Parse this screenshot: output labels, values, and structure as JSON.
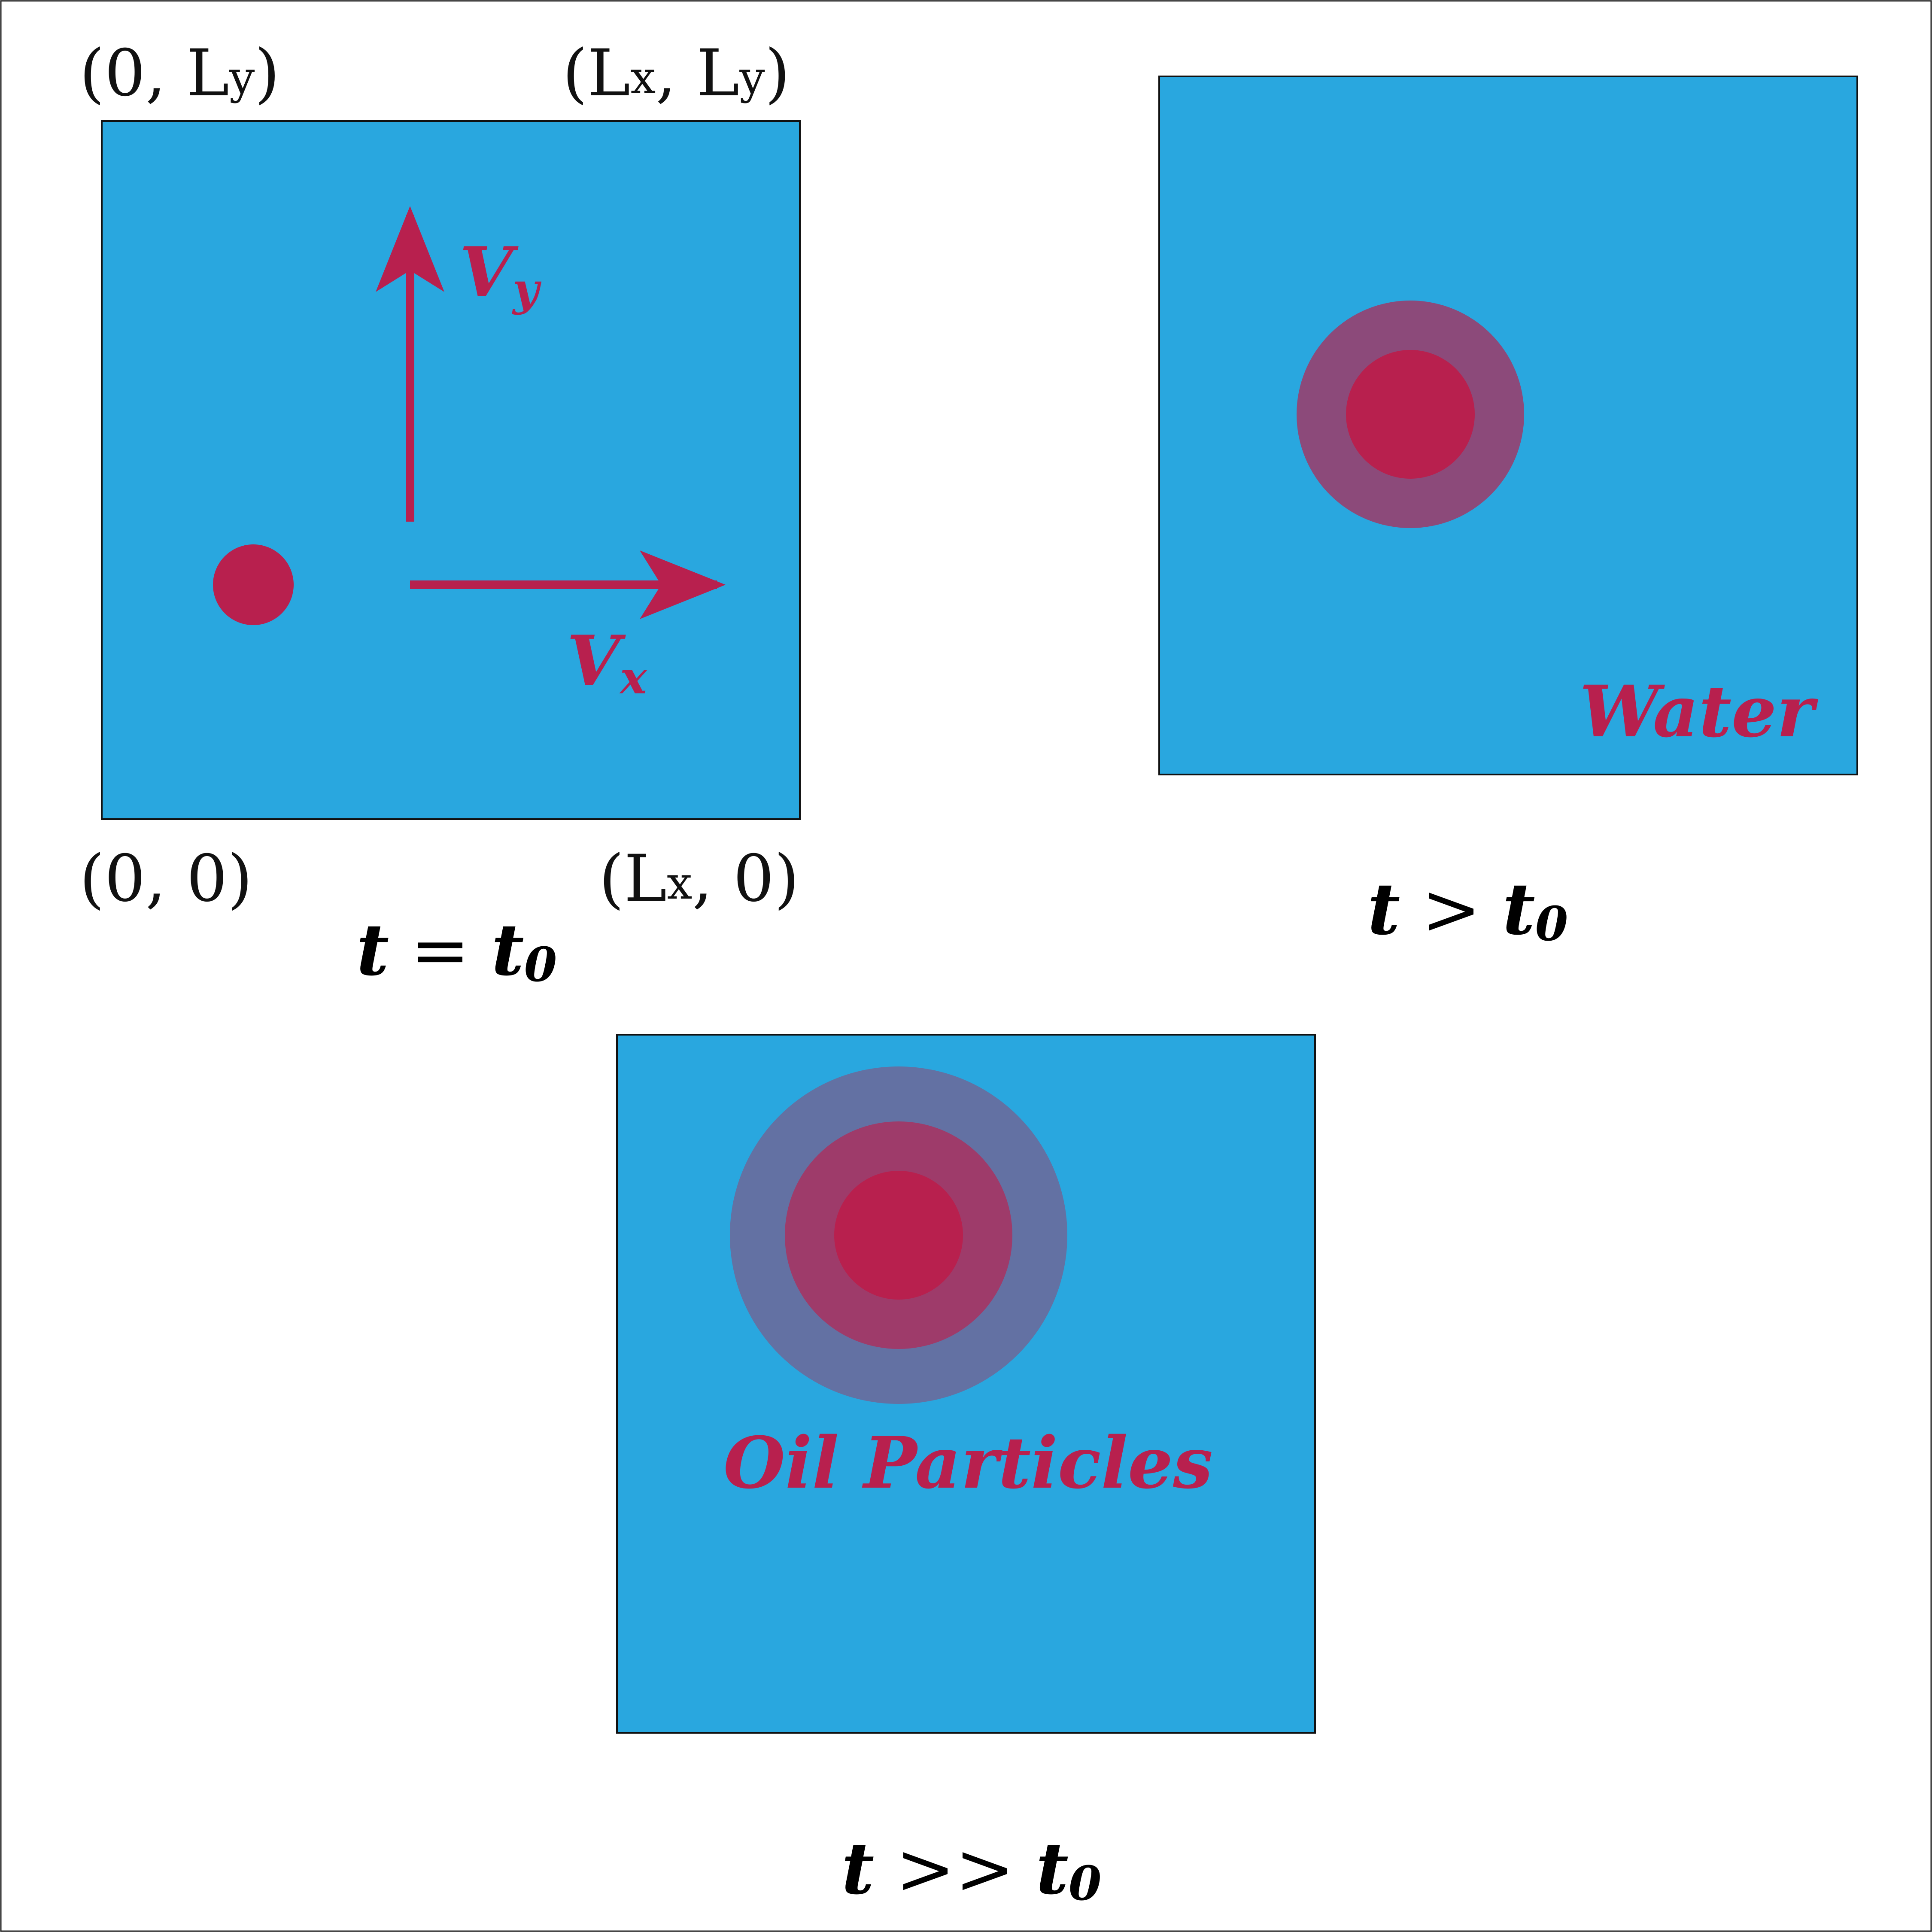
{
  "colors": {
    "water": "#29a7df",
    "oil_core": "#b8204e",
    "oil_mid": "#9e3b6a",
    "oil_outer_2": "#8c4a7a",
    "oil_outer_3": "#6371a3",
    "label": "#b8204e",
    "text": "#111111"
  },
  "panel1": {
    "corner_top_left": {
      "open": "(0, L",
      "sub": "y",
      "close": ")"
    },
    "corner_top_right": {
      "open": "(L",
      "sub1": "x",
      "mid": ", L",
      "sub2": "y",
      "close": ")"
    },
    "corner_bottom_left": "(0, 0)",
    "corner_bottom_right": {
      "open": "(L",
      "sub": "x",
      "close": ", 0)"
    },
    "vy_label": {
      "main": "V",
      "sub": "y"
    },
    "vx_label": {
      "main": "V",
      "sub": "x"
    },
    "time_label": {
      "t": "t",
      "op": "=",
      "t0": "t",
      "sub": "0"
    }
  },
  "panel2": {
    "water_label": "Water",
    "time_label": {
      "t": "t",
      "op": ">",
      "t0": "t",
      "sub": "0"
    }
  },
  "panel3": {
    "oil_label": "Oil Particles",
    "time_label": {
      "t": "t",
      "op": ">>",
      "t0": "t",
      "sub": "0"
    }
  }
}
